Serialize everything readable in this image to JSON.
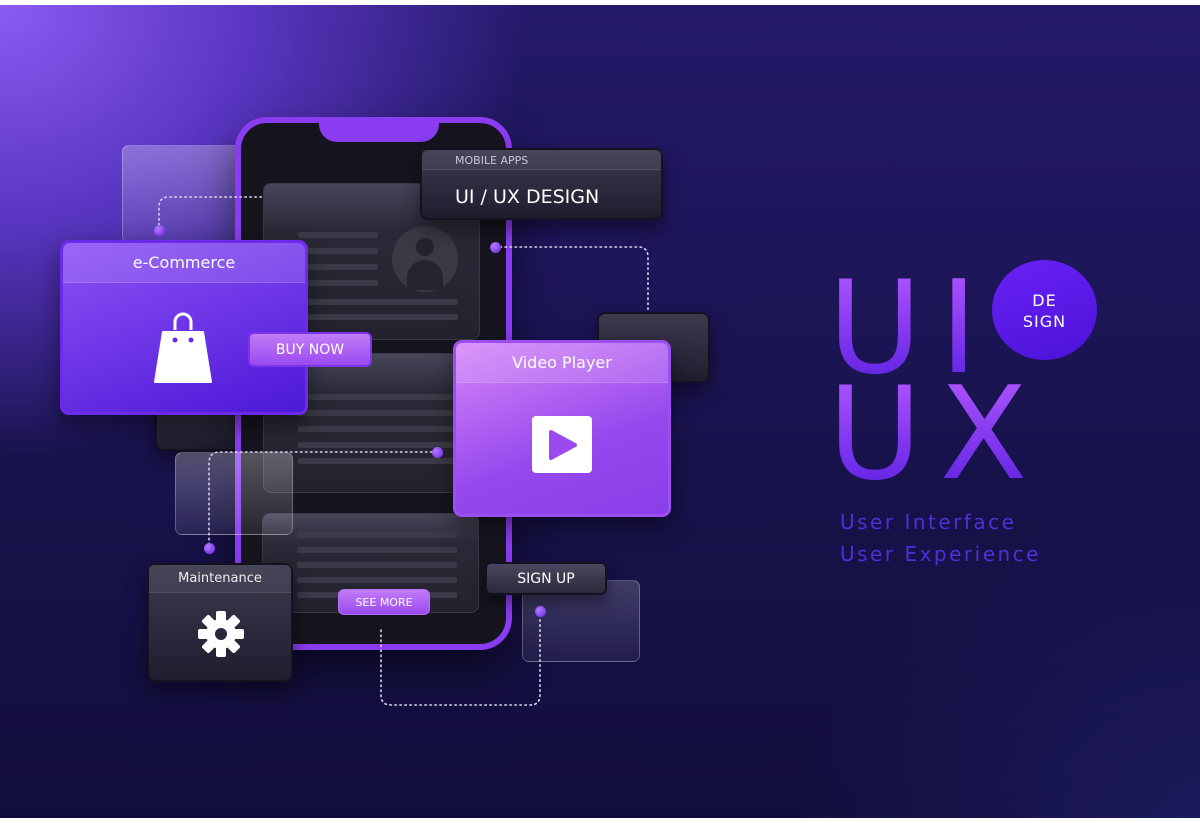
{
  "phone_cards": {
    "mobile_apps": {
      "caption": "MOBILE APPS",
      "title": "UI / UX DESIGN"
    }
  },
  "ecommerce": {
    "title": "e-Commerce",
    "icon": "shopping-bag-icon",
    "button": "BUY NOW"
  },
  "video_player": {
    "title": "Video Player",
    "icon": "play-icon"
  },
  "maintenance": {
    "title": "Maintenance",
    "icon": "gear-icon"
  },
  "buttons": {
    "see_more": "SEE MORE",
    "sign_up": "SIGN UP"
  },
  "headline": {
    "line1": "UI",
    "line2": "UX",
    "badge_line1": "DE",
    "badge_line2": "SIGN",
    "subtitle1": "User Interface",
    "subtitle2": "User Experience"
  },
  "colors": {
    "accent": "#7b2ff0",
    "badge": "#5a1ff0",
    "subtitle": "#4d30d6"
  }
}
